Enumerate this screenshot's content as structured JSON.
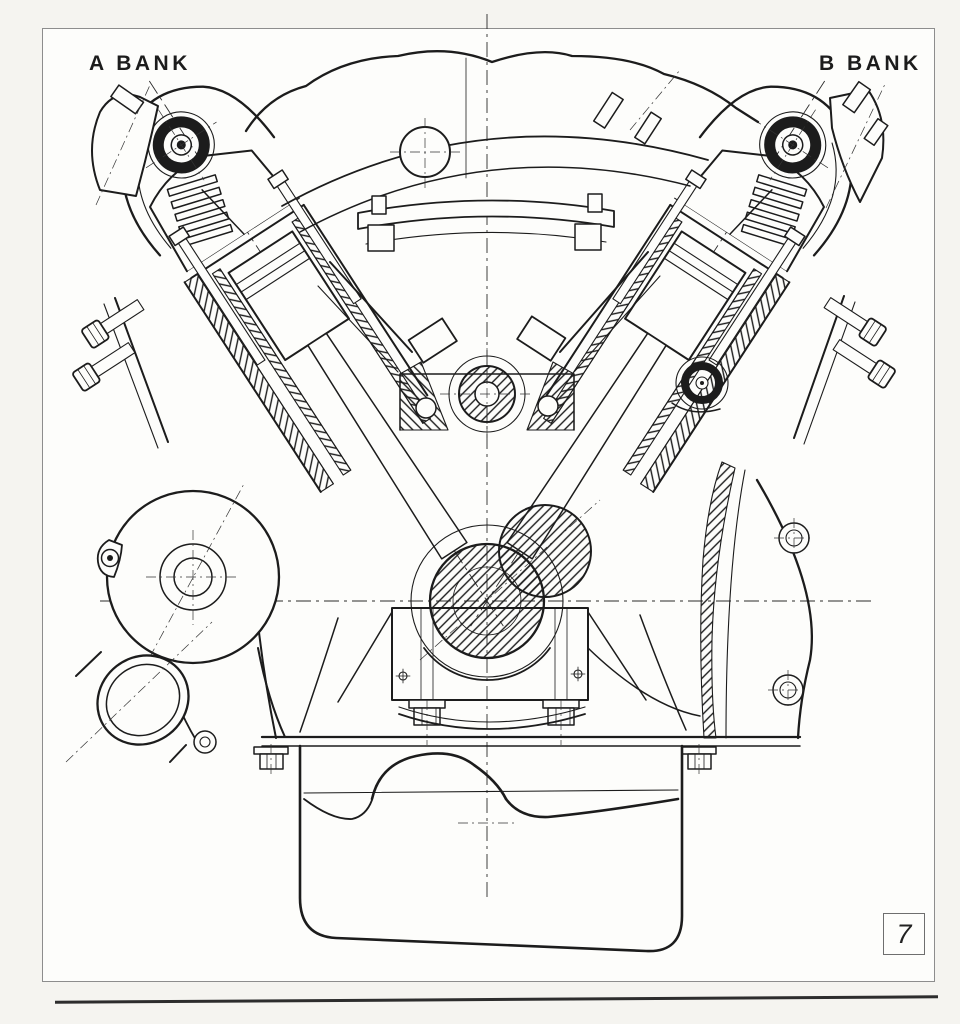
{
  "page": {
    "labels": {
      "bank_a": "A BANK",
      "bank_b": "B BANK"
    },
    "figure_number": "7",
    "colors": {
      "ink": "#1c1c1c",
      "paper": "#fdfdfb",
      "page_background": "#f5f4f0",
      "frame_border": "#8d8d8d"
    }
  },
  "drawing": {
    "kind": "v-engine-cross-section",
    "parts": [
      "cylinder-bank-a",
      "cylinder-bank-b",
      "camshaft",
      "valve-springs",
      "cylinder-liner",
      "piston",
      "connecting-rod",
      "intake-manifold",
      "breather-circle",
      "jackshaft",
      "crankshaft",
      "crank-web",
      "front-cover",
      "inlet-pipe",
      "crankcase",
      "main-bearing-cap",
      "bearing-cap-bolts",
      "oil-sump",
      "sump-baffle",
      "mounting-brackets"
    ]
  }
}
